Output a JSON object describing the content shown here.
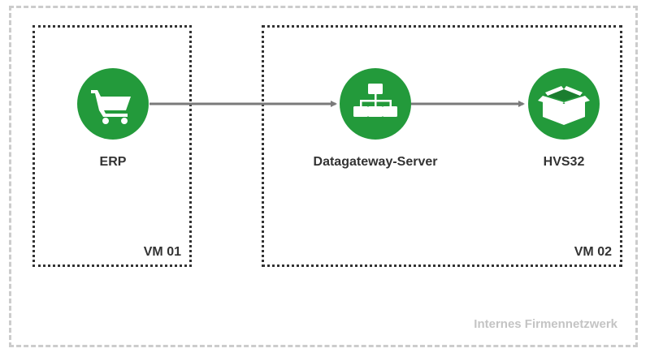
{
  "network": {
    "label": "Internes Firmennetzwerk"
  },
  "vms": [
    {
      "label": "VM 01"
    },
    {
      "label": "VM 02"
    }
  ],
  "nodes": [
    {
      "label": "ERP",
      "icon": "shopping-cart-icon"
    },
    {
      "label": "Datagateway-Server",
      "icon": "sitemap-icon"
    },
    {
      "label": "HVS32",
      "icon": "open-box-icon"
    }
  ],
  "colors": {
    "node_fill": "#239a3b",
    "arrow": "#7a7a7a",
    "vm_border": "#333333",
    "network_border": "#cccccc"
  }
}
